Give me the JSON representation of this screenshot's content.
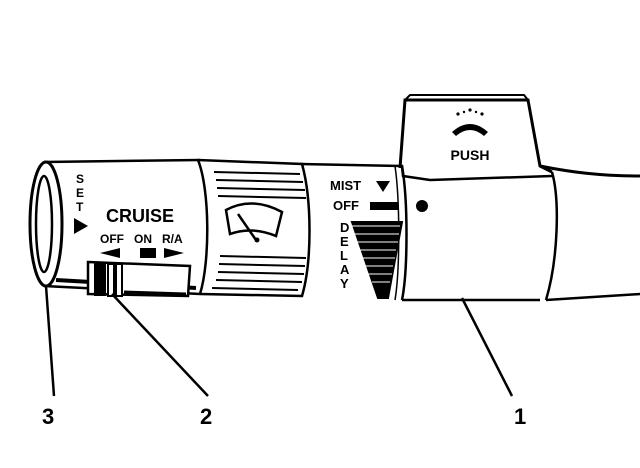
{
  "labels": {
    "push": "PUSH",
    "set_letters": [
      "S",
      "E",
      "T"
    ],
    "cruise": "CRUISE",
    "cruise_states": [
      "OFF",
      "ON",
      "R/A"
    ],
    "mist": "MIST",
    "off": "OFF",
    "delay_letters": [
      "D",
      "E",
      "L",
      "A",
      "Y"
    ]
  },
  "callouts": [
    "3",
    "2",
    "1"
  ],
  "icons": {
    "push_icon": "washer-spray-icon",
    "wiper_icon": "windshield-wiper-icon",
    "set_arrow": "right-triangle-icon",
    "mist_arrow": "down-triangle-icon",
    "indicator_dot": "filled-circle-icon"
  },
  "colors": {
    "ink": "#000000",
    "paper": "#ffffff"
  }
}
